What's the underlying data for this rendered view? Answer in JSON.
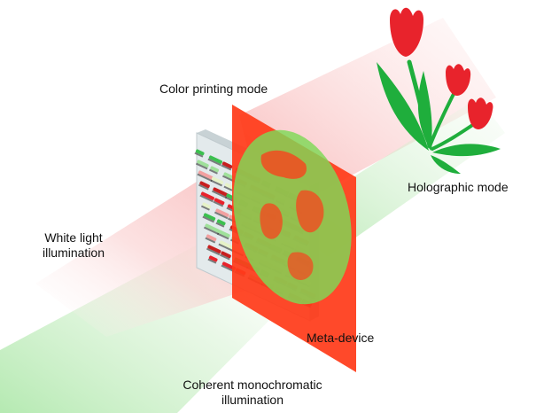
{
  "labels": {
    "color_printing_mode": "Color printing mode",
    "holographic_mode": "Holographic mode",
    "white_light_line1": "White light",
    "white_light_line2": "illumination",
    "meta_device": "Meta-device",
    "coherent_line1": "Coherent monochromatic",
    "coherent_line2": "illumination"
  },
  "colors": {
    "red_beam": "#f7b5b5",
    "green_beam": "#bfeabf",
    "red_screen": "#ff3b1a",
    "hologram_green": "#7ed957",
    "tulip_red": "#e8232c",
    "stem_green": "#1fae3c",
    "substrate": "#dfe6e8"
  }
}
